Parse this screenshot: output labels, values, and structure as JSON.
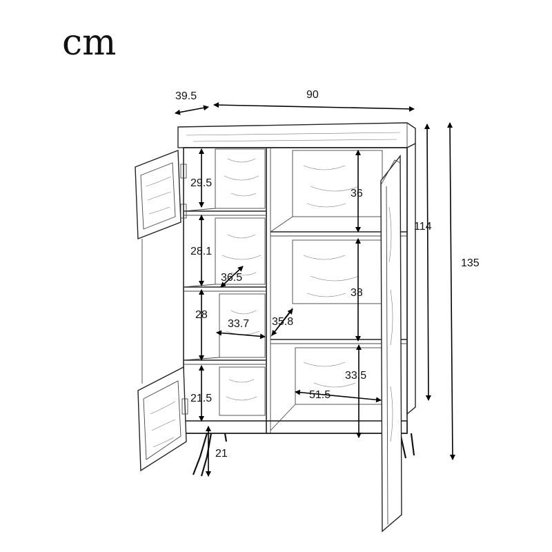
{
  "unit": "cm",
  "dimensions": {
    "depth": "39.5",
    "width": "90",
    "body_height": "114",
    "total_height": "135",
    "top_left_shelf": "29.5",
    "second_left_shelf": "28.1",
    "inner_depth": "36.5",
    "third_left_shelf": "28",
    "left_shelf_width": "33.7",
    "middle_depth": "35.8",
    "bottom_left_shelf": "21.5",
    "leg_height": "21",
    "top_right_shelf": "36",
    "middle_right_shelf": "38",
    "bottom_right_shelf": "33.5",
    "right_shelf_width": "51.5"
  }
}
